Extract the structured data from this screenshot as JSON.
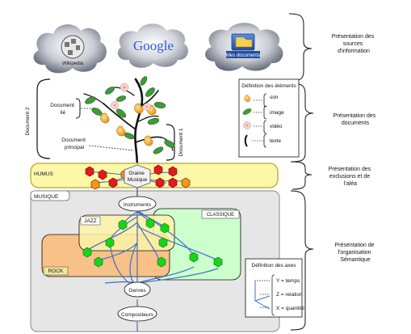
{
  "sources": {
    "wikipedia_label": "Wikipedia",
    "google_label": "Google",
    "mes_documents_label": "Mes documents",
    "caption_lines": [
      "Présentation des",
      "sources",
      "d'information"
    ]
  },
  "documents": {
    "doc2_label": "Document 2",
    "doc1_label": "Document 1",
    "doc_lie_lines": [
      "Document",
      "lié"
    ],
    "doc_principal_lines": [
      "Document",
      "principal"
    ],
    "caption_lines": [
      "Présentation des",
      "documents"
    ]
  },
  "legend_elements": {
    "title": "Définition des éléments",
    "items": [
      {
        "label": "son",
        "icon": "pear-icon"
      },
      {
        "label": "image",
        "icon": "leaf-icon"
      },
      {
        "label": "vidéo",
        "icon": "flower-icon"
      },
      {
        "label": "texte",
        "icon": "branch-icon"
      }
    ]
  },
  "humus": {
    "label": "HUMUS",
    "graine_lines": [
      "Graine",
      "Musique"
    ],
    "caption_lines": [
      "Présentation des",
      "exclusions et de",
      "l'aléa"
    ],
    "colors": {
      "band": "#fdf7a8",
      "band_border": "#c7b23a",
      "red_hex": "#e01b1b",
      "orange_hex": "#f19a1a"
    }
  },
  "musique": {
    "label": "MUSIQUE",
    "instruments": "Instruments",
    "jazz": "JAZZ",
    "classique": "CLASSIQUE",
    "rock": "ROCK",
    "genres": "Genres",
    "compositeurs": "Compositeurs",
    "caption_lines": [
      "Présentation de",
      "l'organisation",
      "Sémantique"
    ],
    "colors": {
      "panel": "#e6e6e6",
      "jazz": "#fdf2a8",
      "classique": "#ccffcc",
      "rock": "#f7c187",
      "green_hex": "#19d419",
      "link": "#3f70c8"
    }
  },
  "axes_legend": {
    "title": "Définition des axes",
    "items": [
      "Y = temps",
      "Z = relation",
      "X = quantité"
    ]
  }
}
